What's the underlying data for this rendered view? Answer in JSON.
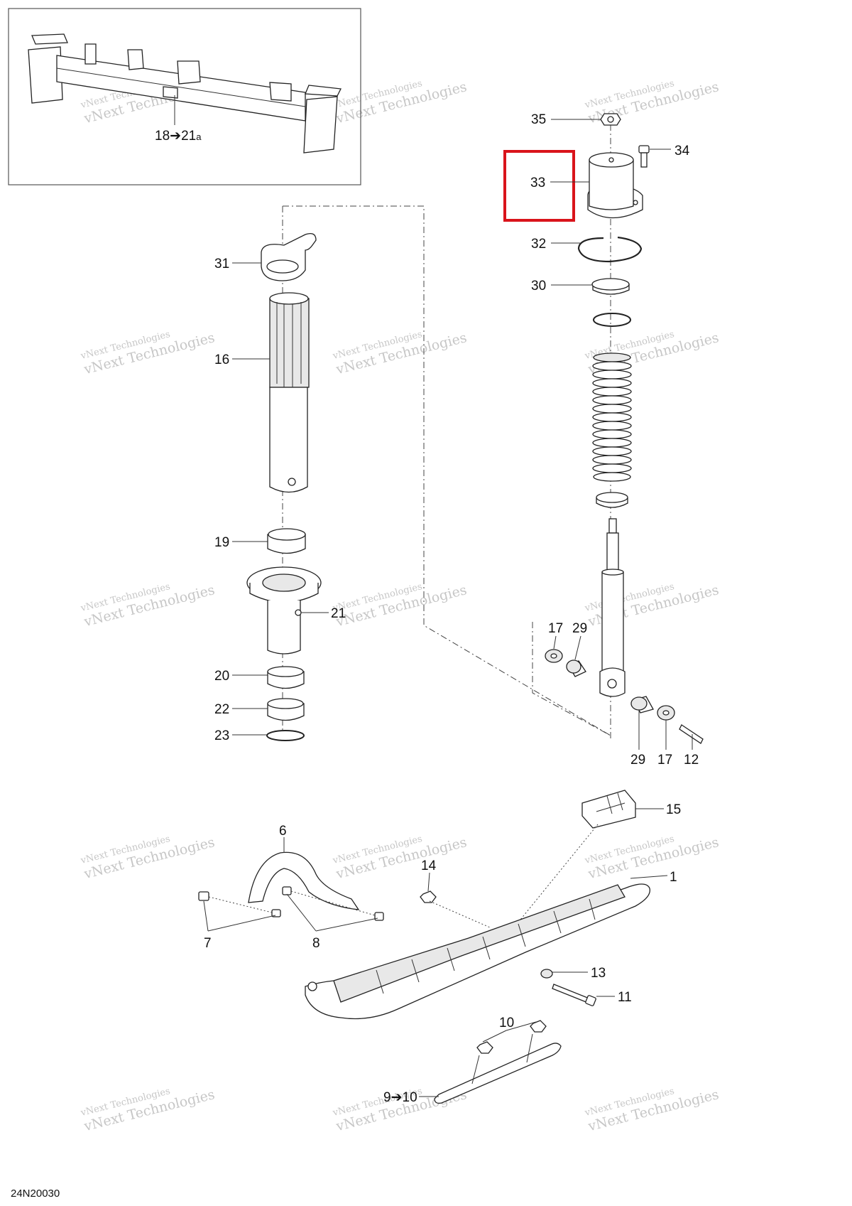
{
  "diagram": {
    "code": "24N20030",
    "watermark": {
      "line1": "vNext Technologies",
      "line2": "vNext Technologies"
    },
    "highlight": {
      "label": "33",
      "color": "#d9141b"
    },
    "callouts": [
      {
        "id": "35",
        "text": "35"
      },
      {
        "id": "34",
        "text": "34"
      },
      {
        "id": "33",
        "text": "33"
      },
      {
        "id": "32",
        "text": "32"
      },
      {
        "id": "30",
        "text": "30"
      },
      {
        "id": "31",
        "text": "31"
      },
      {
        "id": "16",
        "text": "16"
      },
      {
        "id": "19",
        "text": "19"
      },
      {
        "id": "21",
        "text": "21"
      },
      {
        "id": "20",
        "text": "20"
      },
      {
        "id": "22",
        "text": "22"
      },
      {
        "id": "23",
        "text": "23"
      },
      {
        "id": "17a",
        "text": "17"
      },
      {
        "id": "29a",
        "text": "29"
      },
      {
        "id": "29b",
        "text": "29"
      },
      {
        "id": "17b",
        "text": "17"
      },
      {
        "id": "12",
        "text": "12"
      },
      {
        "id": "15",
        "text": "15"
      },
      {
        "id": "6",
        "text": "6"
      },
      {
        "id": "14",
        "text": "14"
      },
      {
        "id": "1",
        "text": "1"
      },
      {
        "id": "7",
        "text": "7"
      },
      {
        "id": "8",
        "text": "8"
      },
      {
        "id": "13",
        "text": "13"
      },
      {
        "id": "11",
        "text": "11"
      },
      {
        "id": "10",
        "text": "10"
      }
    ],
    "range_callouts": [
      {
        "id": "18-21a",
        "from": "18",
        "arrow": "➔",
        "to": "21",
        "suffix": "a"
      },
      {
        "id": "9-10",
        "from": "9",
        "arrow": "➔",
        "to": "10",
        "suffix": ""
      }
    ]
  }
}
